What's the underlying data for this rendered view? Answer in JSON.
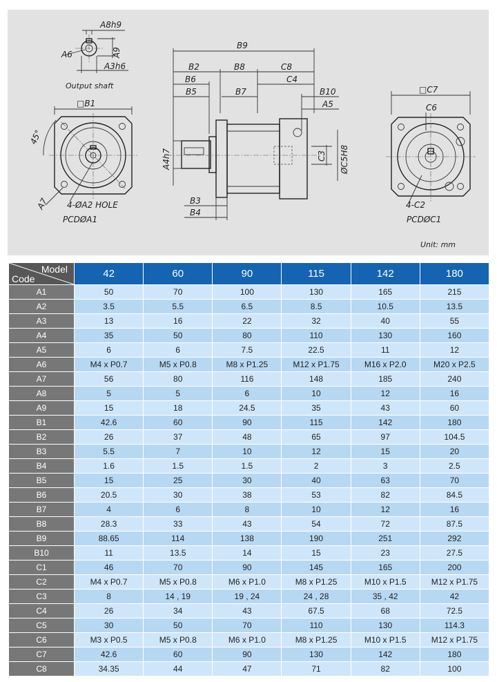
{
  "drawing": {
    "output_shaft": {
      "caption": "Output shaft",
      "labels": {
        "a8": "A8h9",
        "a9": "A9",
        "a6": "A6",
        "a3": "A3h6"
      }
    },
    "front_view": {
      "labels": {
        "b1": "□B1",
        "angle": "45°",
        "a7": "A7",
        "holes": "4-ØA2 HOLE",
        "pcd": "PCDØA1"
      }
    },
    "side_view": {
      "labels": {
        "b9": "B9",
        "b2": "B2",
        "b8": "B8",
        "c8": "C8",
        "b6": "B6",
        "c4": "C4",
        "b5": "B5",
        "b7": "B7",
        "b10": "B10",
        "a5": "A5",
        "a4": "A4h7",
        "c3": "C3",
        "c5": "ØC5H8",
        "b3": "B3",
        "b4": "B4"
      }
    },
    "rear_view": {
      "labels": {
        "c7": "□C7",
        "c6": "C6",
        "c2": "4-C2",
        "pcd": "PCDØC1"
      }
    },
    "unit": "Unit: mm"
  },
  "table": {
    "header_model": "Model",
    "header_code": "Code",
    "models": [
      "42",
      "60",
      "90",
      "115",
      "142",
      "180"
    ],
    "rows": [
      {
        "code": "A1",
        "values": [
          "50",
          "70",
          "100",
          "130",
          "165",
          "215"
        ]
      },
      {
        "code": "A2",
        "values": [
          "3.5",
          "5.5",
          "6.5",
          "8.5",
          "10.5",
          "13.5"
        ]
      },
      {
        "code": "A3",
        "values": [
          "13",
          "16",
          "22",
          "32",
          "40",
          "55"
        ]
      },
      {
        "code": "A4",
        "values": [
          "35",
          "50",
          "80",
          "110",
          "130",
          "160"
        ]
      },
      {
        "code": "A5",
        "values": [
          "6",
          "6",
          "7.5",
          "22.5",
          "11",
          "12"
        ]
      },
      {
        "code": "A6",
        "values": [
          "M4 x P0.7",
          "M5 x P0.8",
          "M8 x P1.25",
          "M12 x P1.75",
          "M16 x P2.0",
          "M20 x P2.5"
        ]
      },
      {
        "code": "A7",
        "values": [
          "56",
          "80",
          "116",
          "148",
          "185",
          "240"
        ]
      },
      {
        "code": "A8",
        "values": [
          "5",
          "5",
          "6",
          "10",
          "12",
          "16"
        ]
      },
      {
        "code": "A9",
        "values": [
          "15",
          "18",
          "24.5",
          "35",
          "43",
          "60"
        ]
      },
      {
        "code": "B1",
        "values": [
          "42.6",
          "60",
          "90",
          "115",
          "142",
          "180"
        ]
      },
      {
        "code": "B2",
        "values": [
          "26",
          "37",
          "48",
          "65",
          "97",
          "104.5"
        ]
      },
      {
        "code": "B3",
        "values": [
          "5.5",
          "7",
          "10",
          "12",
          "15",
          "20"
        ]
      },
      {
        "code": "B4",
        "values": [
          "1.6",
          "1.5",
          "1.5",
          "2",
          "3",
          "2.5"
        ]
      },
      {
        "code": "B5",
        "values": [
          "15",
          "25",
          "30",
          "40",
          "63",
          "70"
        ]
      },
      {
        "code": "B6",
        "values": [
          "20.5",
          "30",
          "38",
          "53",
          "82",
          "84.5"
        ]
      },
      {
        "code": "B7",
        "values": [
          "4",
          "6",
          "8",
          "10",
          "12",
          "16"
        ]
      },
      {
        "code": "B8",
        "values": [
          "28.3",
          "33",
          "43",
          "54",
          "72",
          "87.5"
        ]
      },
      {
        "code": "B9",
        "values": [
          "88.65",
          "114",
          "138",
          "190",
          "251",
          "292"
        ]
      },
      {
        "code": "B10",
        "values": [
          "11",
          "13.5",
          "14",
          "15",
          "23",
          "27.5"
        ]
      },
      {
        "code": "C1",
        "values": [
          "46",
          "70",
          "90",
          "145",
          "165",
          "200"
        ]
      },
      {
        "code": "C2",
        "values": [
          "M4 x P0.7",
          "M5 x P0.8",
          "M6 x P1.0",
          "M8 x P1.25",
          "M10 x P1.5",
          "M12 x P1.75"
        ]
      },
      {
        "code": "C3",
        "values": [
          "8",
          "14 , 19",
          "19 , 24",
          "24 , 28",
          "35 , 42",
          "42"
        ]
      },
      {
        "code": "C4",
        "values": [
          "26",
          "34",
          "43",
          "67.5",
          "68",
          "72.5"
        ]
      },
      {
        "code": "C5",
        "values": [
          "30",
          "50",
          "70",
          "110",
          "130",
          "114.3"
        ]
      },
      {
        "code": "C6",
        "values": [
          "M3 x P0.5",
          "M5 x P0.8",
          "M6 x P1.0",
          "M8 x P1.25",
          "M10 x P1.5",
          "M12 x P1.75"
        ]
      },
      {
        "code": "C7",
        "values": [
          "42.6",
          "60",
          "90",
          "130",
          "142",
          "180"
        ]
      },
      {
        "code": "C8",
        "values": [
          "34.35",
          "44",
          "47",
          "71",
          "82",
          "100"
        ]
      }
    ]
  }
}
